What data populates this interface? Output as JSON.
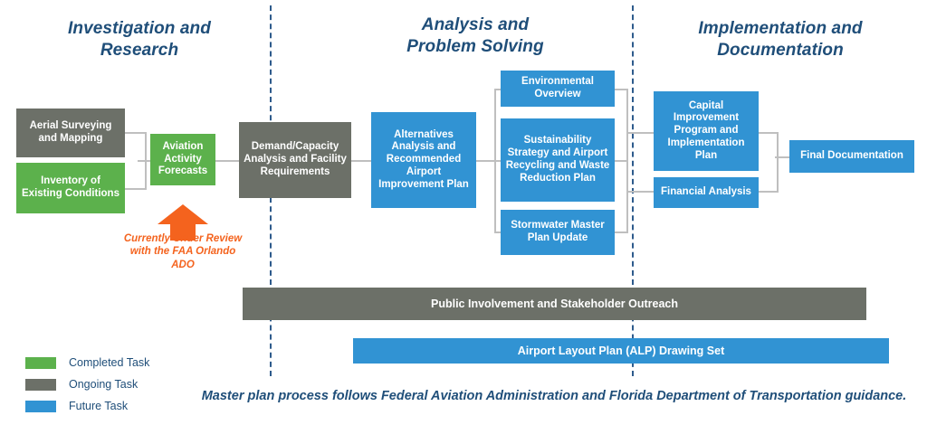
{
  "diagram": {
    "phases": [
      {
        "id": "investigation",
        "label": "Investigation and\nResearch"
      },
      {
        "id": "analysis",
        "label": "Analysis and\nProblem Solving"
      },
      {
        "id": "implementation",
        "label": "Implementation and\nDocumentation"
      }
    ],
    "boxes": [
      {
        "id": "aerial-surveying-and-mapping",
        "label": "Aerial Surveying and Mapping",
        "status": "Ongoing Task",
        "color": "#6c7068"
      },
      {
        "id": "inventory-of-existing-conditions",
        "label": "Inventory of Existing Conditions",
        "status": "Completed Task",
        "color": "#5cb14c"
      },
      {
        "id": "aviation-activity-forecasts",
        "label": "Aviation Activity Forecasts",
        "status": "Completed Task",
        "color": "#5cb14c"
      },
      {
        "id": "demand-capacity-analysis",
        "label": "Demand/Capacity Analysis and Facility Requirements",
        "status": "Ongoing Task",
        "color": "#6c7068"
      },
      {
        "id": "alternatives-analysis",
        "label": "Alternatives Analysis and Recommended Airport Improvement Plan",
        "status": "Future Task",
        "color": "#3193d3"
      },
      {
        "id": "environmental-overview",
        "label": "Environmental Overview",
        "status": "Future Task",
        "color": "#3193d3"
      },
      {
        "id": "sustainability-strategy",
        "label": "Sustainability Strategy and Airport Recycling and Waste Reduction Plan",
        "status": "Future Task",
        "color": "#3193d3"
      },
      {
        "id": "stormwater-master-plan-update",
        "label": "Stormwater Master Plan Update",
        "status": "Future Task",
        "color": "#3193d3"
      },
      {
        "id": "capital-improvement-program",
        "label": "Capital Improvement Program and Implementation Plan",
        "status": "Future Task",
        "color": "#3193d3"
      },
      {
        "id": "financial-analysis",
        "label": "Financial Analysis",
        "status": "Future Task",
        "color": "#3193d3"
      },
      {
        "id": "final-documentation",
        "label": "Final Documentation",
        "status": "Future Task",
        "color": "#3193d3"
      }
    ],
    "annotation": {
      "text": "Currently Under Review\nwith the FAA Orlando\nADO",
      "color": "#f4631e",
      "points_to": "aviation-activity-forecasts"
    },
    "bars": [
      {
        "id": "public-involvement",
        "label": "Public Involvement and Stakeholder Outreach",
        "status": "Ongoing Task",
        "color": "#6c7068"
      },
      {
        "id": "alp-drawing-set",
        "label": "Airport Layout Plan (ALP) Drawing Set",
        "status": "Future Task",
        "color": "#3193d3"
      }
    ],
    "legend": {
      "items": [
        {
          "label": "Completed Task",
          "color": "#5cb14c"
        },
        {
          "label": "Ongoing Task",
          "color": "#6c7068"
        },
        {
          "label": "Future Task",
          "color": "#3193d3"
        }
      ]
    },
    "footnote": "Master plan process follows Federal Aviation Administration and Florida Department of Transportation guidance."
  }
}
